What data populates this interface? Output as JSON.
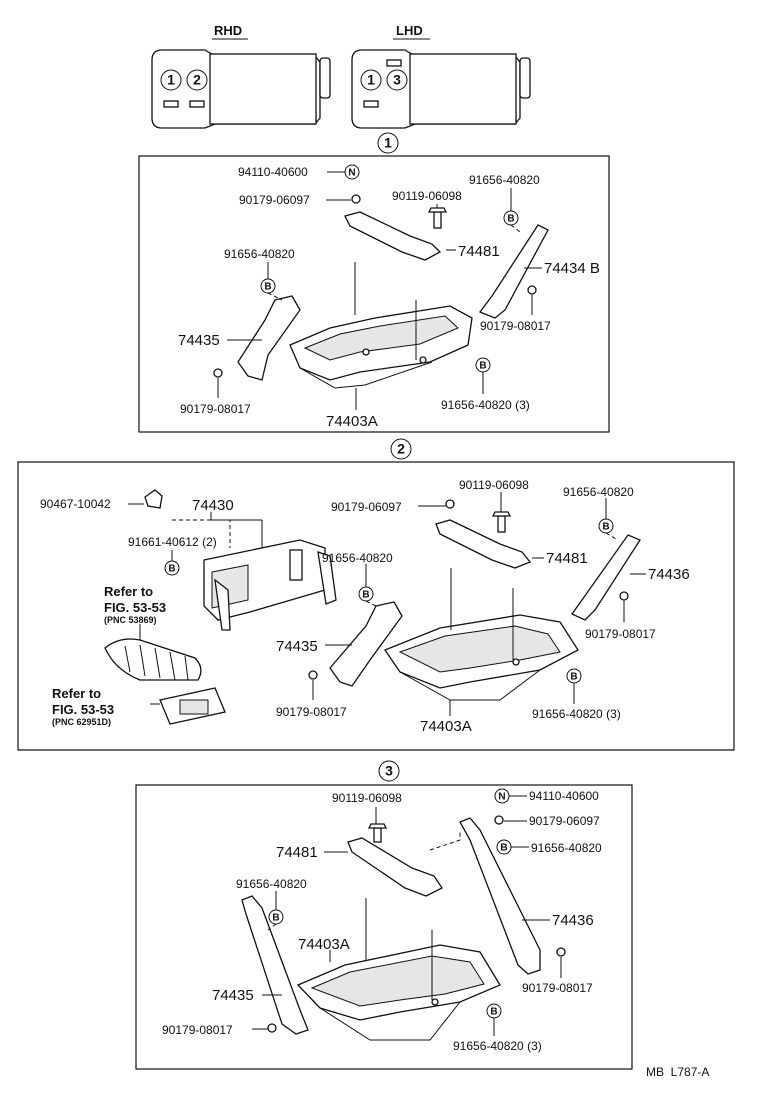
{
  "header": {
    "rhd": {
      "label": "RHD",
      "markers": [
        "1",
        "2"
      ]
    },
    "lhd": {
      "label": "LHD",
      "markers": [
        "1",
        "3"
      ]
    }
  },
  "sections": [
    {
      "marker": "1",
      "labels": {
        "p94110": "94110-40600",
        "n": "N",
        "p90179a": "90179-06097",
        "p90119": "90119-06098",
        "p91656a": "91656-40820",
        "p74481": "74481",
        "p74434b": "74434 B",
        "p91656b": "91656-40820",
        "b": "B",
        "p74435": "74435",
        "p90179b": "90179-08017",
        "p90179c": "90179-08017",
        "p74403a": "74403A",
        "p91656c": "91656-40820 (3)"
      }
    },
    {
      "marker": "2",
      "labels": {
        "p90467": "90467-10042",
        "p74430": "74430",
        "p91661": "91661-40612 (2)",
        "p90179a": "90179-06097",
        "p90119": "90119-06098",
        "p91656a": "91656-40820",
        "p91656b": "91656-40820",
        "p74481": "74481",
        "p74436": "74436",
        "p90179b": "90179-08017",
        "p74435": "74435",
        "p90179c": "90179-08017",
        "p74403a": "74403A",
        "p91656c": "91656-40820 (3)",
        "b": "B",
        "ref1_a": "Refer to",
        "ref1_b": "FIG. 53-53",
        "ref1_c": "(PNC 53869)",
        "ref2_a": "Refer to",
        "ref2_b": "FIG. 53-53",
        "ref2_c": "(PNC 62951D)"
      }
    },
    {
      "marker": "3",
      "labels": {
        "p90119": "90119-06098",
        "n": "N",
        "p94110": "94110-40600",
        "p90179a": "90179-06097",
        "p74481": "74481",
        "p91656a": "91656-40820",
        "p91656b": "91656-40820",
        "p74436": "74436",
        "p74403a": "74403A",
        "p74435": "74435",
        "p90179b": "90179-08017",
        "p90179c": "90179-08017",
        "p91656c": "91656-40820 (3)",
        "b": "B"
      }
    }
  ],
  "footer": {
    "code": "MB  L787-A"
  }
}
